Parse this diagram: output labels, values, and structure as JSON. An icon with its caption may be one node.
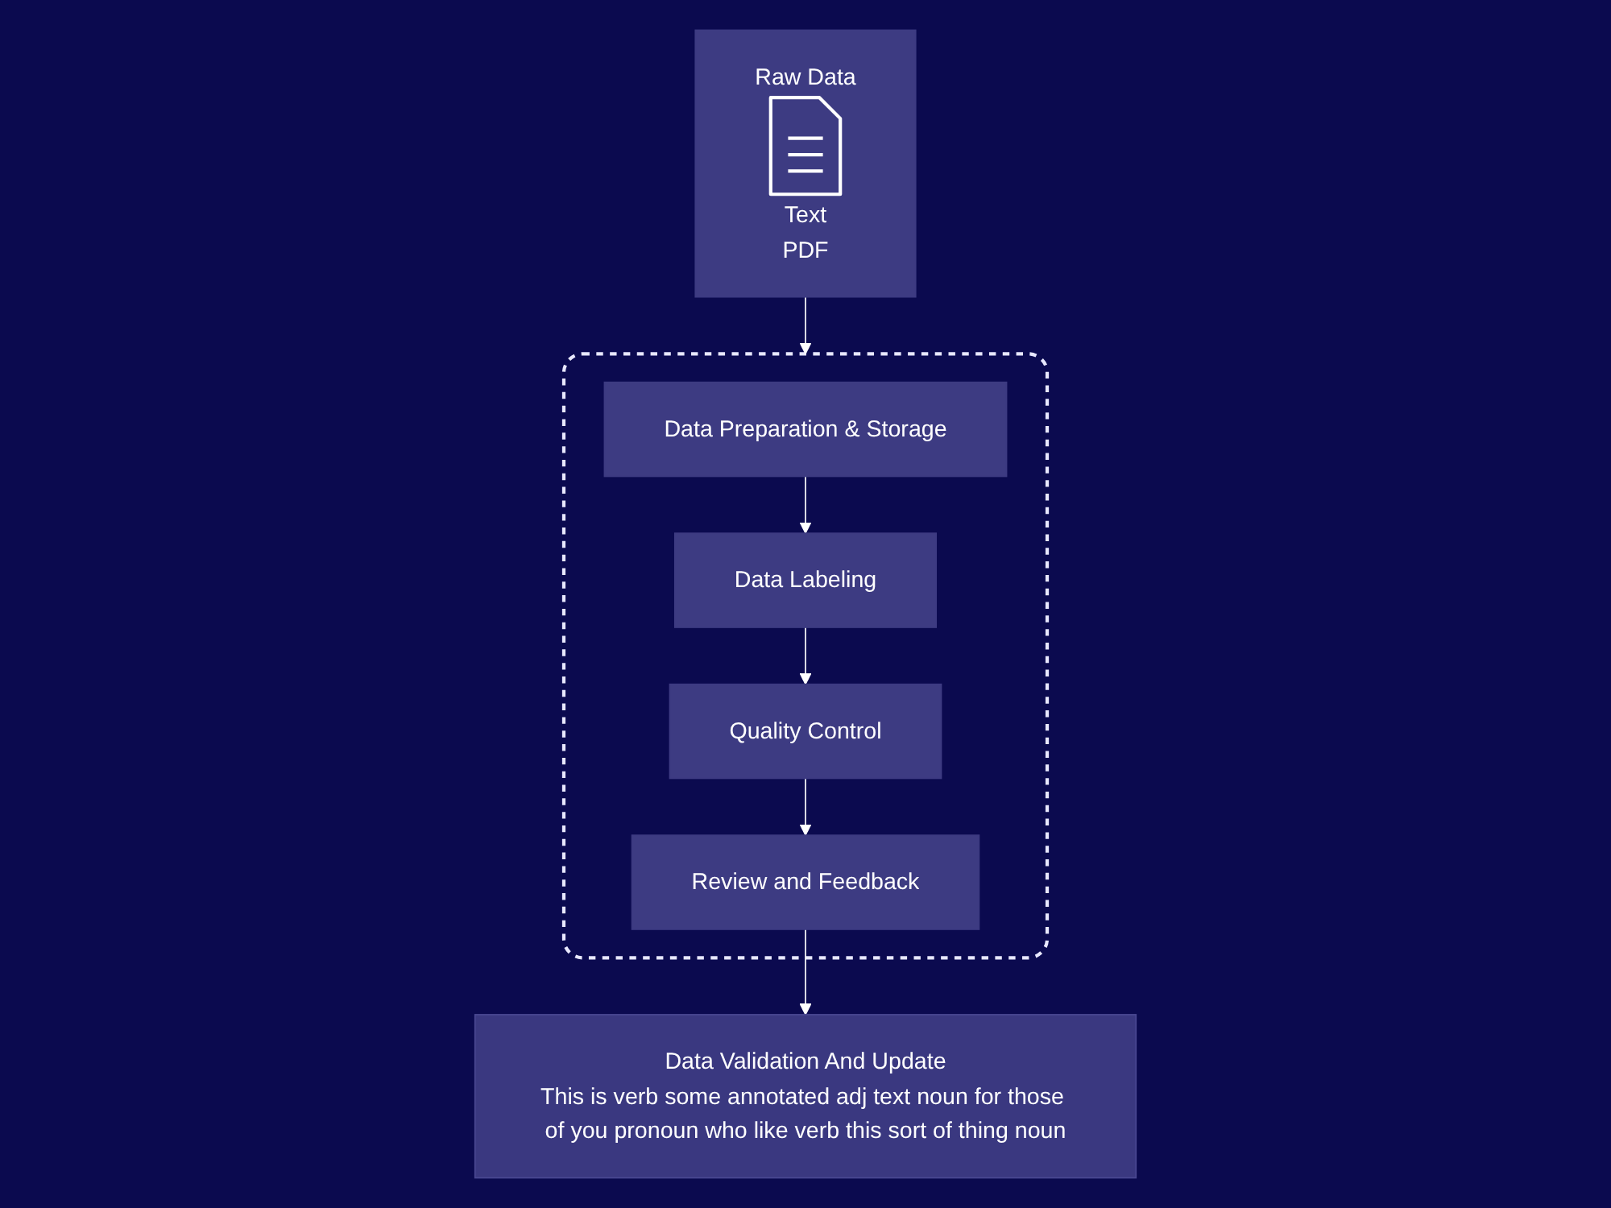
{
  "diagram": {
    "nodes": [
      {
        "text": [
          "Raw Data",
          "Text",
          "PDF"
        ]
      },
      {
        "text": [],
        "shape": "box"
      },
      {
        "text": [
          "Data Preparation & Storage"
        ],
        "in": 1
      },
      {
        "text": [
          "Data Labeling"
        ],
        "in": 1
      },
      {
        "text": [
          "Quality Control"
        ],
        "in": 1
      },
      {
        "text": [
          "Review and Feedback"
        ],
        "in": 1
      },
      {
        "text": [
          "Data Validation And Update",
          "This is verb some annotated adj text noun for those of you pronoun who like verb this sort of thing noun"
        ]
      }
    ],
    "edges": [
      {
        "from": 0,
        "to": 1,
        "arrow": "to"
      },
      {
        "from": 2,
        "to": 3,
        "arrow": "to"
      },
      {
        "from": 3,
        "to": 4,
        "arrow": "to"
      },
      {
        "from": 4,
        "to": 5,
        "arrow": "to"
      },
      {
        "from": 5,
        "to": 6,
        "arrow": "to"
      }
    ]
  }
}
